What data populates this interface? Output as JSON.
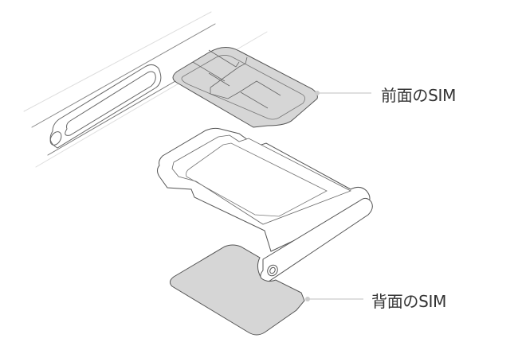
{
  "diagram": {
    "type": "sim-tray-exploded-illustration",
    "labels": {
      "front_sim": "前面のSIM",
      "back_sim": "背面のSIM"
    },
    "colors": {
      "sim_fill": "#d6d6d6",
      "outline": "#555555",
      "leader_line": "#cccccc",
      "label_text": "#333333",
      "background": "#ffffff"
    }
  }
}
